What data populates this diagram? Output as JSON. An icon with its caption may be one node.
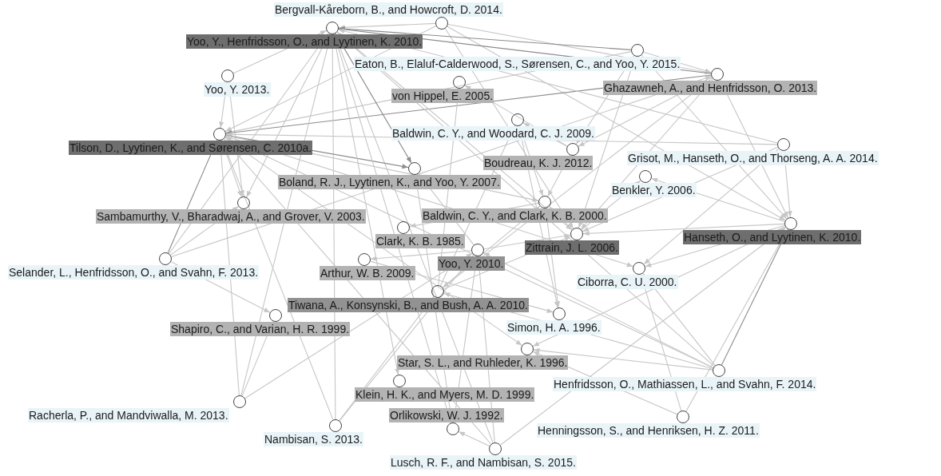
{
  "diagram": {
    "nodes": [
      {
        "text": [],
        "shape": "circle",
        "beside": [
          "Bergvall-Kåreborn, B., and Howcroft, D. 2014."
        ]
      },
      {
        "text": [],
        "shape": "circle",
        "beside": [
          "Yoo, Y., Henfridsson, O., and Lyytinen, K. 2010."
        ]
      },
      {
        "text": [],
        "shape": "circle",
        "beside": [
          "Eaton, B., Elaluf-Calderwood, S., Sørensen, C., and Yoo, Y. 2015."
        ]
      },
      {
        "text": [],
        "shape": "circle",
        "beside": [
          "Yoo, Y. 2013."
        ]
      },
      {
        "text": [],
        "shape": "circle",
        "beside": [
          "von Hippel, E. 2005."
        ]
      },
      {
        "text": [],
        "shape": "circle",
        "beside": [
          "Ghazawneh, A., and Henfridsson, O. 2013."
        ]
      },
      {
        "text": [],
        "shape": "circle",
        "beside": [
          "Baldwin, C. Y., and Woodard, C. J. 2009."
        ]
      },
      {
        "text": [],
        "shape": "circle",
        "beside": [
          "Tilson, D., Lyytinen, K., and Sørensen, C. 2010a."
        ]
      },
      {
        "text": [],
        "shape": "circle",
        "beside": [
          "Boudreau, K. J. 2012."
        ]
      },
      {
        "text": [],
        "shape": "circle",
        "beside": [
          "Grisot, M., Hanseth, O., and Thorseng, A. A. 2014."
        ]
      },
      {
        "text": [],
        "shape": "circle",
        "beside": [
          "Boland, R. J., Lyytinen, K., and Yoo, Y. 2007."
        ]
      },
      {
        "text": [],
        "shape": "circle",
        "beside": [
          "Benkler, Y. 2006."
        ]
      },
      {
        "text": [],
        "shape": "circle",
        "beside": [
          "Sambamurthy, V., Bharadwaj, A., and Grover, V. 2003."
        ]
      },
      {
        "text": [],
        "shape": "circle",
        "beside": [
          "Baldwin, C. Y., and Clark, K. B. 2000."
        ]
      },
      {
        "text": [],
        "shape": "circle",
        "beside": [
          "Clark, K. B. 1985."
        ]
      },
      {
        "text": [],
        "shape": "circle",
        "beside": [
          "Zittrain, J. L. 2006."
        ]
      },
      {
        "text": [],
        "shape": "circle",
        "beside": [
          "Hanseth, O., and Lyytinen, K. 2010."
        ]
      },
      {
        "text": [],
        "shape": "circle",
        "beside": [
          "Yoo, Y. 2010."
        ]
      },
      {
        "text": [],
        "shape": "circle",
        "beside": [
          "Selander, L., Henfridsson, O., and Svahn, F. 2013."
        ]
      },
      {
        "text": [],
        "shape": "circle",
        "beside": [
          "Arthur, W. B. 2009."
        ]
      },
      {
        "text": [],
        "shape": "circle",
        "beside": [
          "Ciborra, C. U. 2000."
        ]
      },
      {
        "text": [],
        "shape": "circle",
        "beside": [
          "Tiwana, A., Konsynski, B., and Bush, A. A. 2010."
        ]
      },
      {
        "text": [],
        "shape": "circle",
        "beside": [
          "Simon, H. A. 1996."
        ]
      },
      {
        "text": [],
        "shape": "circle",
        "beside": [
          "Shapiro, C., and Varian, H. R. 1999."
        ]
      },
      {
        "text": [],
        "shape": "circle",
        "beside": [
          "Star, S. L., and Ruhleder, K. 1996."
        ]
      },
      {
        "text": [],
        "shape": "circle",
        "beside": [
          "Henfridsson, O., Mathiassen, L., and Svahn, F. 2014."
        ]
      },
      {
        "text": [],
        "shape": "circle",
        "beside": [
          "Klein, H. K., and Myers, M. D. 1999."
        ]
      },
      {
        "text": [],
        "shape": "circle",
        "beside": [
          "Racherla, P., and Mandviwalla, M. 2013."
        ]
      },
      {
        "text": [],
        "shape": "circle",
        "beside": [
          "Orlikowski, W. J. 1992."
        ]
      },
      {
        "text": [],
        "shape": "circle",
        "beside": [
          "Nambisan, S. 2013."
        ]
      },
      {
        "text": [],
        "shape": "circle",
        "beside": [
          "Henningsson, S., and Henriksen, H. Z. 2011."
        ]
      },
      {
        "text": [],
        "shape": "circle",
        "beside": [
          "Lusch, R. F., and Nambisan, S. 2015."
        ]
      }
    ],
    "edges": [
      {
        "from": 0,
        "to": 1,
        "arrow": "to"
      },
      {
        "from": 0,
        "to": 7,
        "arrow": "to"
      },
      {
        "from": 0,
        "to": 5,
        "arrow": "to"
      },
      {
        "from": 0,
        "to": 15,
        "arrow": "to"
      },
      {
        "from": 0,
        "to": 16,
        "arrow": "to"
      },
      {
        "from": 2,
        "to": 1,
        "arrow": "to",
        "color": "#8c8c8c"
      },
      {
        "from": 2,
        "to": 7,
        "arrow": "to"
      },
      {
        "from": 2,
        "to": 5,
        "arrow": "to"
      },
      {
        "from": 2,
        "to": 16,
        "arrow": "to"
      },
      {
        "from": 2,
        "to": 15,
        "arrow": "to"
      },
      {
        "from": 2,
        "to": 8,
        "arrow": "to"
      },
      {
        "from": 3,
        "to": 1,
        "arrow": "to"
      },
      {
        "from": 3,
        "to": 7,
        "arrow": "to"
      },
      {
        "from": 3,
        "to": 12,
        "arrow": "to"
      },
      {
        "from": 5,
        "to": 1,
        "arrow": "to",
        "color": "#8c8c8c"
      },
      {
        "from": 5,
        "to": 7,
        "arrow": "to",
        "color": "#8c8c8c"
      },
      {
        "from": 5,
        "to": 15,
        "arrow": "to"
      },
      {
        "from": 5,
        "to": 16,
        "arrow": "to"
      },
      {
        "from": 5,
        "to": 8,
        "arrow": "to"
      },
      {
        "from": 5,
        "to": 21,
        "arrow": "to"
      },
      {
        "from": 9,
        "to": 16,
        "arrow": "to"
      },
      {
        "from": 9,
        "to": 7,
        "arrow": "to"
      },
      {
        "from": 9,
        "to": 1,
        "arrow": "to"
      },
      {
        "from": 9,
        "to": 15,
        "arrow": "to"
      },
      {
        "from": 9,
        "to": 20,
        "arrow": "to"
      },
      {
        "from": 18,
        "to": 1,
        "arrow": "to"
      },
      {
        "from": 18,
        "to": 7,
        "arrow": "to",
        "color": "#8c8c8c"
      },
      {
        "from": 18,
        "to": 5,
        "arrow": "to"
      },
      {
        "from": 18,
        "to": 23,
        "arrow": "to"
      },
      {
        "from": 18,
        "to": 12,
        "arrow": "to"
      },
      {
        "from": 25,
        "to": 16,
        "arrow": "to",
        "color": "#8c8c8c"
      },
      {
        "from": 25,
        "to": 1,
        "arrow": "to"
      },
      {
        "from": 25,
        "to": 7,
        "arrow": "to"
      },
      {
        "from": 25,
        "to": 17,
        "arrow": "to"
      },
      {
        "from": 25,
        "to": 21,
        "arrow": "to"
      },
      {
        "from": 25,
        "to": 20,
        "arrow": "to"
      },
      {
        "from": 25,
        "to": 24,
        "arrow": "to"
      },
      {
        "from": 27,
        "to": 1,
        "arrow": "to"
      },
      {
        "from": 27,
        "to": 7,
        "arrow": "to"
      },
      {
        "from": 27,
        "to": 17,
        "arrow": "to"
      },
      {
        "from": 27,
        "to": 23,
        "arrow": "to"
      },
      {
        "from": 29,
        "to": 1,
        "arrow": "to"
      },
      {
        "from": 29,
        "to": 7,
        "arrow": "to"
      },
      {
        "from": 29,
        "to": 21,
        "arrow": "to"
      },
      {
        "from": 29,
        "to": 17,
        "arrow": "to"
      },
      {
        "from": 31,
        "to": 1,
        "arrow": "to"
      },
      {
        "from": 31,
        "to": 7,
        "arrow": "to"
      },
      {
        "from": 31,
        "to": 16,
        "arrow": "to"
      },
      {
        "from": 31,
        "to": 17,
        "arrow": "to"
      },
      {
        "from": 31,
        "to": 28,
        "arrow": "to"
      },
      {
        "from": 30,
        "to": 16,
        "arrow": "to"
      },
      {
        "from": 30,
        "to": 24,
        "arrow": "to"
      },
      {
        "from": 30,
        "to": 20,
        "arrow": "to"
      },
      {
        "from": 7,
        "to": 10,
        "arrow": "to",
        "color": "#8c8c8c"
      },
      {
        "from": 7,
        "to": 13,
        "arrow": "to"
      },
      {
        "from": 7,
        "to": 12,
        "arrow": "to"
      },
      {
        "from": 7,
        "to": 20,
        "arrow": "to"
      },
      {
        "from": 7,
        "to": 24,
        "arrow": "to"
      },
      {
        "from": 1,
        "to": 10,
        "arrow": "to",
        "color": "#8c8c8c"
      },
      {
        "from": 1,
        "to": 12,
        "arrow": "to"
      },
      {
        "from": 1,
        "to": 26,
        "arrow": "to"
      },
      {
        "from": 1,
        "to": 28,
        "arrow": "to"
      },
      {
        "from": 1,
        "to": 15,
        "arrow": "to"
      },
      {
        "from": 16,
        "to": 20,
        "arrow": "to"
      },
      {
        "from": 16,
        "to": 24,
        "arrow": "to"
      },
      {
        "from": 16,
        "to": 15,
        "arrow": "to"
      },
      {
        "from": 16,
        "to": 11,
        "arrow": "to"
      },
      {
        "from": 21,
        "to": 6,
        "arrow": "to"
      },
      {
        "from": 21,
        "to": 13,
        "arrow": "to"
      },
      {
        "from": 21,
        "to": 15,
        "arrow": "to"
      },
      {
        "from": 21,
        "to": 4,
        "arrow": "to"
      },
      {
        "from": 17,
        "to": 10,
        "arrow": "to"
      },
      {
        "from": 17,
        "to": 15,
        "arrow": "to"
      },
      {
        "from": 17,
        "to": 19,
        "arrow": "to"
      },
      {
        "from": 17,
        "to": 28,
        "arrow": "to"
      },
      {
        "from": 15,
        "to": 13,
        "arrow": "to"
      },
      {
        "from": 15,
        "to": 11,
        "arrow": "to"
      },
      {
        "from": 8,
        "to": 6,
        "arrow": "to"
      },
      {
        "from": 8,
        "to": 13,
        "arrow": "to"
      },
      {
        "from": 8,
        "to": 4,
        "arrow": "to"
      },
      {
        "from": 6,
        "to": 13,
        "arrow": "to"
      },
      {
        "from": 6,
        "to": 22,
        "arrow": "to"
      },
      {
        "from": 13,
        "to": 14,
        "arrow": "to"
      },
      {
        "from": 13,
        "to": 22,
        "arrow": "to"
      },
      {
        "from": 19,
        "to": 22,
        "arrow": "to"
      },
      {
        "from": 10,
        "to": 28,
        "arrow": "to"
      }
    ]
  }
}
